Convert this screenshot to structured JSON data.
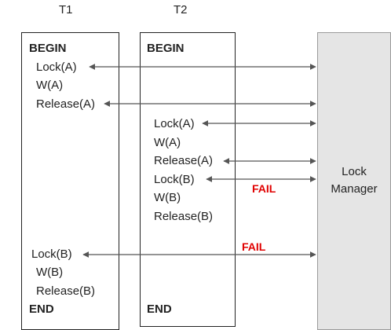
{
  "columns": {
    "t1_header": "T1",
    "t2_header": "T2"
  },
  "t1": {
    "begin": "BEGIN",
    "ops_top": [
      "Lock(A)",
      "W(A)",
      "Release(A)"
    ],
    "ops_bottom": [
      "Lock(B)",
      "W(B)",
      "Release(B)"
    ],
    "end": "END"
  },
  "t2": {
    "begin": "BEGIN",
    "ops": [
      "Lock(A)",
      "W(A)",
      "Release(A)",
      "Lock(B)",
      "W(B)",
      "Release(B)"
    ],
    "end": "END"
  },
  "lock_manager": {
    "line1": "Lock",
    "line2": "Manager"
  },
  "fail_labels": {
    "t2_lock_b": "FAIL",
    "t1_lock_b": "FAIL"
  },
  "colors": {
    "fail": "#e00000",
    "lock_manager_fill": "#e5e5e5",
    "arrow": "#555555"
  }
}
